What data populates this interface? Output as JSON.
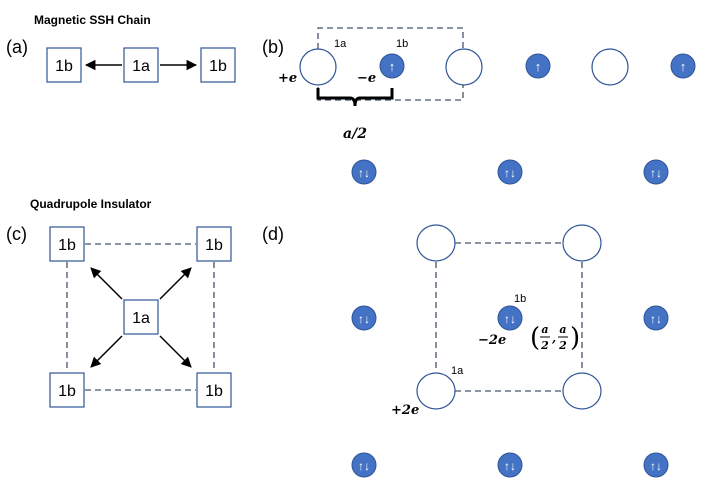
{
  "colors": {
    "blue_fill": "#4472C4",
    "outline": "#2F5597",
    "dash": "#44546A",
    "black": "#000000",
    "white": "#ffffff"
  },
  "titles": {
    "ssh": "Magnetic SSH Chain",
    "quad": "Quadrupole Insulator"
  },
  "panels": {
    "a": "(a)",
    "b": "(b)",
    "c": "(c)",
    "d": "(d)"
  },
  "panel_a": {
    "left": "1b",
    "center": "1a",
    "right": "1b"
  },
  "panel_b": {
    "site_1a": "1a",
    "site_1b": "1b",
    "plus_e": "+e",
    "minus_e": "−e",
    "spacing": "a/2",
    "spin_up": "↑",
    "spin_pair": "↑↓"
  },
  "panel_c": {
    "top_left": "1b",
    "top_right": "1b",
    "center": "1a",
    "bottom_left": "1b",
    "bottom_right": "1b"
  },
  "panel_d": {
    "site_1a": "1a",
    "site_1b": "1b",
    "plus_2e": "+2e",
    "minus_2e": "−2e",
    "coord_num": "a",
    "coord_den": "2",
    "coord_comma": ",",
    "spin_pair": "↑↓"
  }
}
